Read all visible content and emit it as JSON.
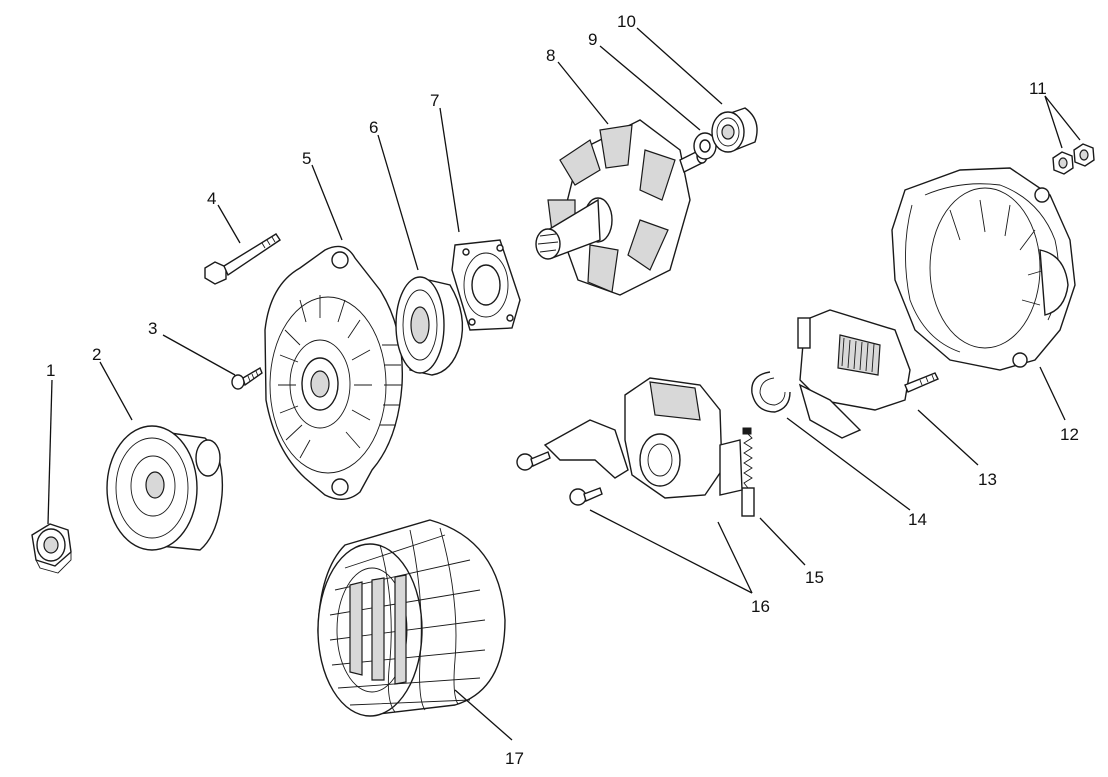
{
  "callouts": [
    {
      "id": "1",
      "label": "1"
    },
    {
      "id": "2",
      "label": "2"
    },
    {
      "id": "3",
      "label": "3"
    },
    {
      "id": "4",
      "label": "4"
    },
    {
      "id": "5",
      "label": "5"
    },
    {
      "id": "6",
      "label": "6"
    },
    {
      "id": "7",
      "label": "7"
    },
    {
      "id": "8",
      "label": "8"
    },
    {
      "id": "9",
      "label": "9"
    },
    {
      "id": "10",
      "label": "10"
    },
    {
      "id": "11",
      "label": "11"
    },
    {
      "id": "12",
      "label": "12"
    },
    {
      "id": "13",
      "label": "13"
    },
    {
      "id": "14",
      "label": "14"
    },
    {
      "id": "15",
      "label": "15"
    },
    {
      "id": "16",
      "label": "16"
    },
    {
      "id": "17",
      "label": "17"
    }
  ],
  "colors": {
    "ink": "#1a1a1a",
    "background": "#ffffff"
  }
}
